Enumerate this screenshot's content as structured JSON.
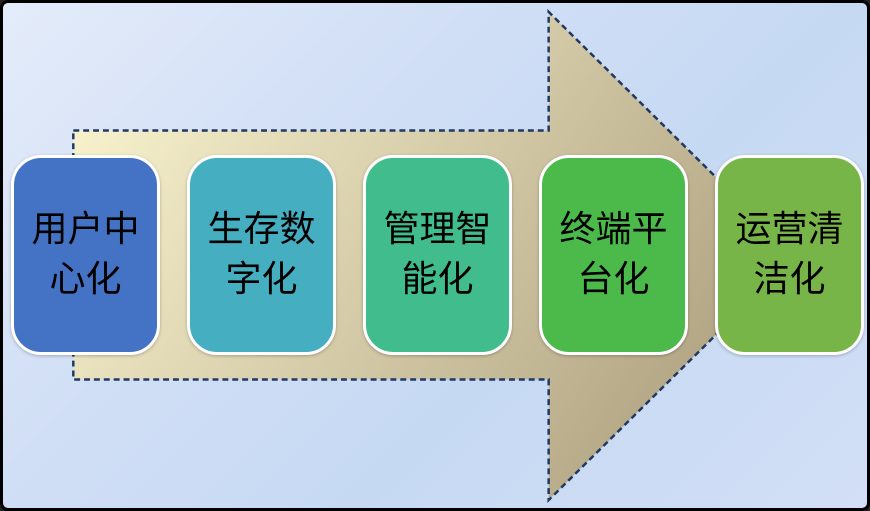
{
  "diagram": {
    "type": "process-arrow",
    "direction": "right",
    "background_gradient": [
      "#E4ECFA",
      "#C6D9F3"
    ],
    "arrow": {
      "fill_gradient_start": "#F7F1CC",
      "fill_gradient_end": "#AB9D7D",
      "border_color": "#1F3864",
      "border_style": "dashed"
    },
    "text_color": "#000000",
    "steps": [
      {
        "label": "用户中心化",
        "lines": [
          "用户中",
          "心化"
        ],
        "fill": "#4472C4"
      },
      {
        "label": "生存数字化",
        "lines": [
          "生存数",
          "字化"
        ],
        "fill": "#45AEC1"
      },
      {
        "label": "管理智能化",
        "lines": [
          "管理智",
          "能化"
        ],
        "fill": "#41BD8D"
      },
      {
        "label": "终端平台化",
        "lines": [
          "终端平",
          "台化"
        ],
        "fill": "#4BBA4B"
      },
      {
        "label": "运营清洁化",
        "lines": [
          "运营清",
          "洁化"
        ],
        "fill": "#77B548"
      }
    ]
  }
}
